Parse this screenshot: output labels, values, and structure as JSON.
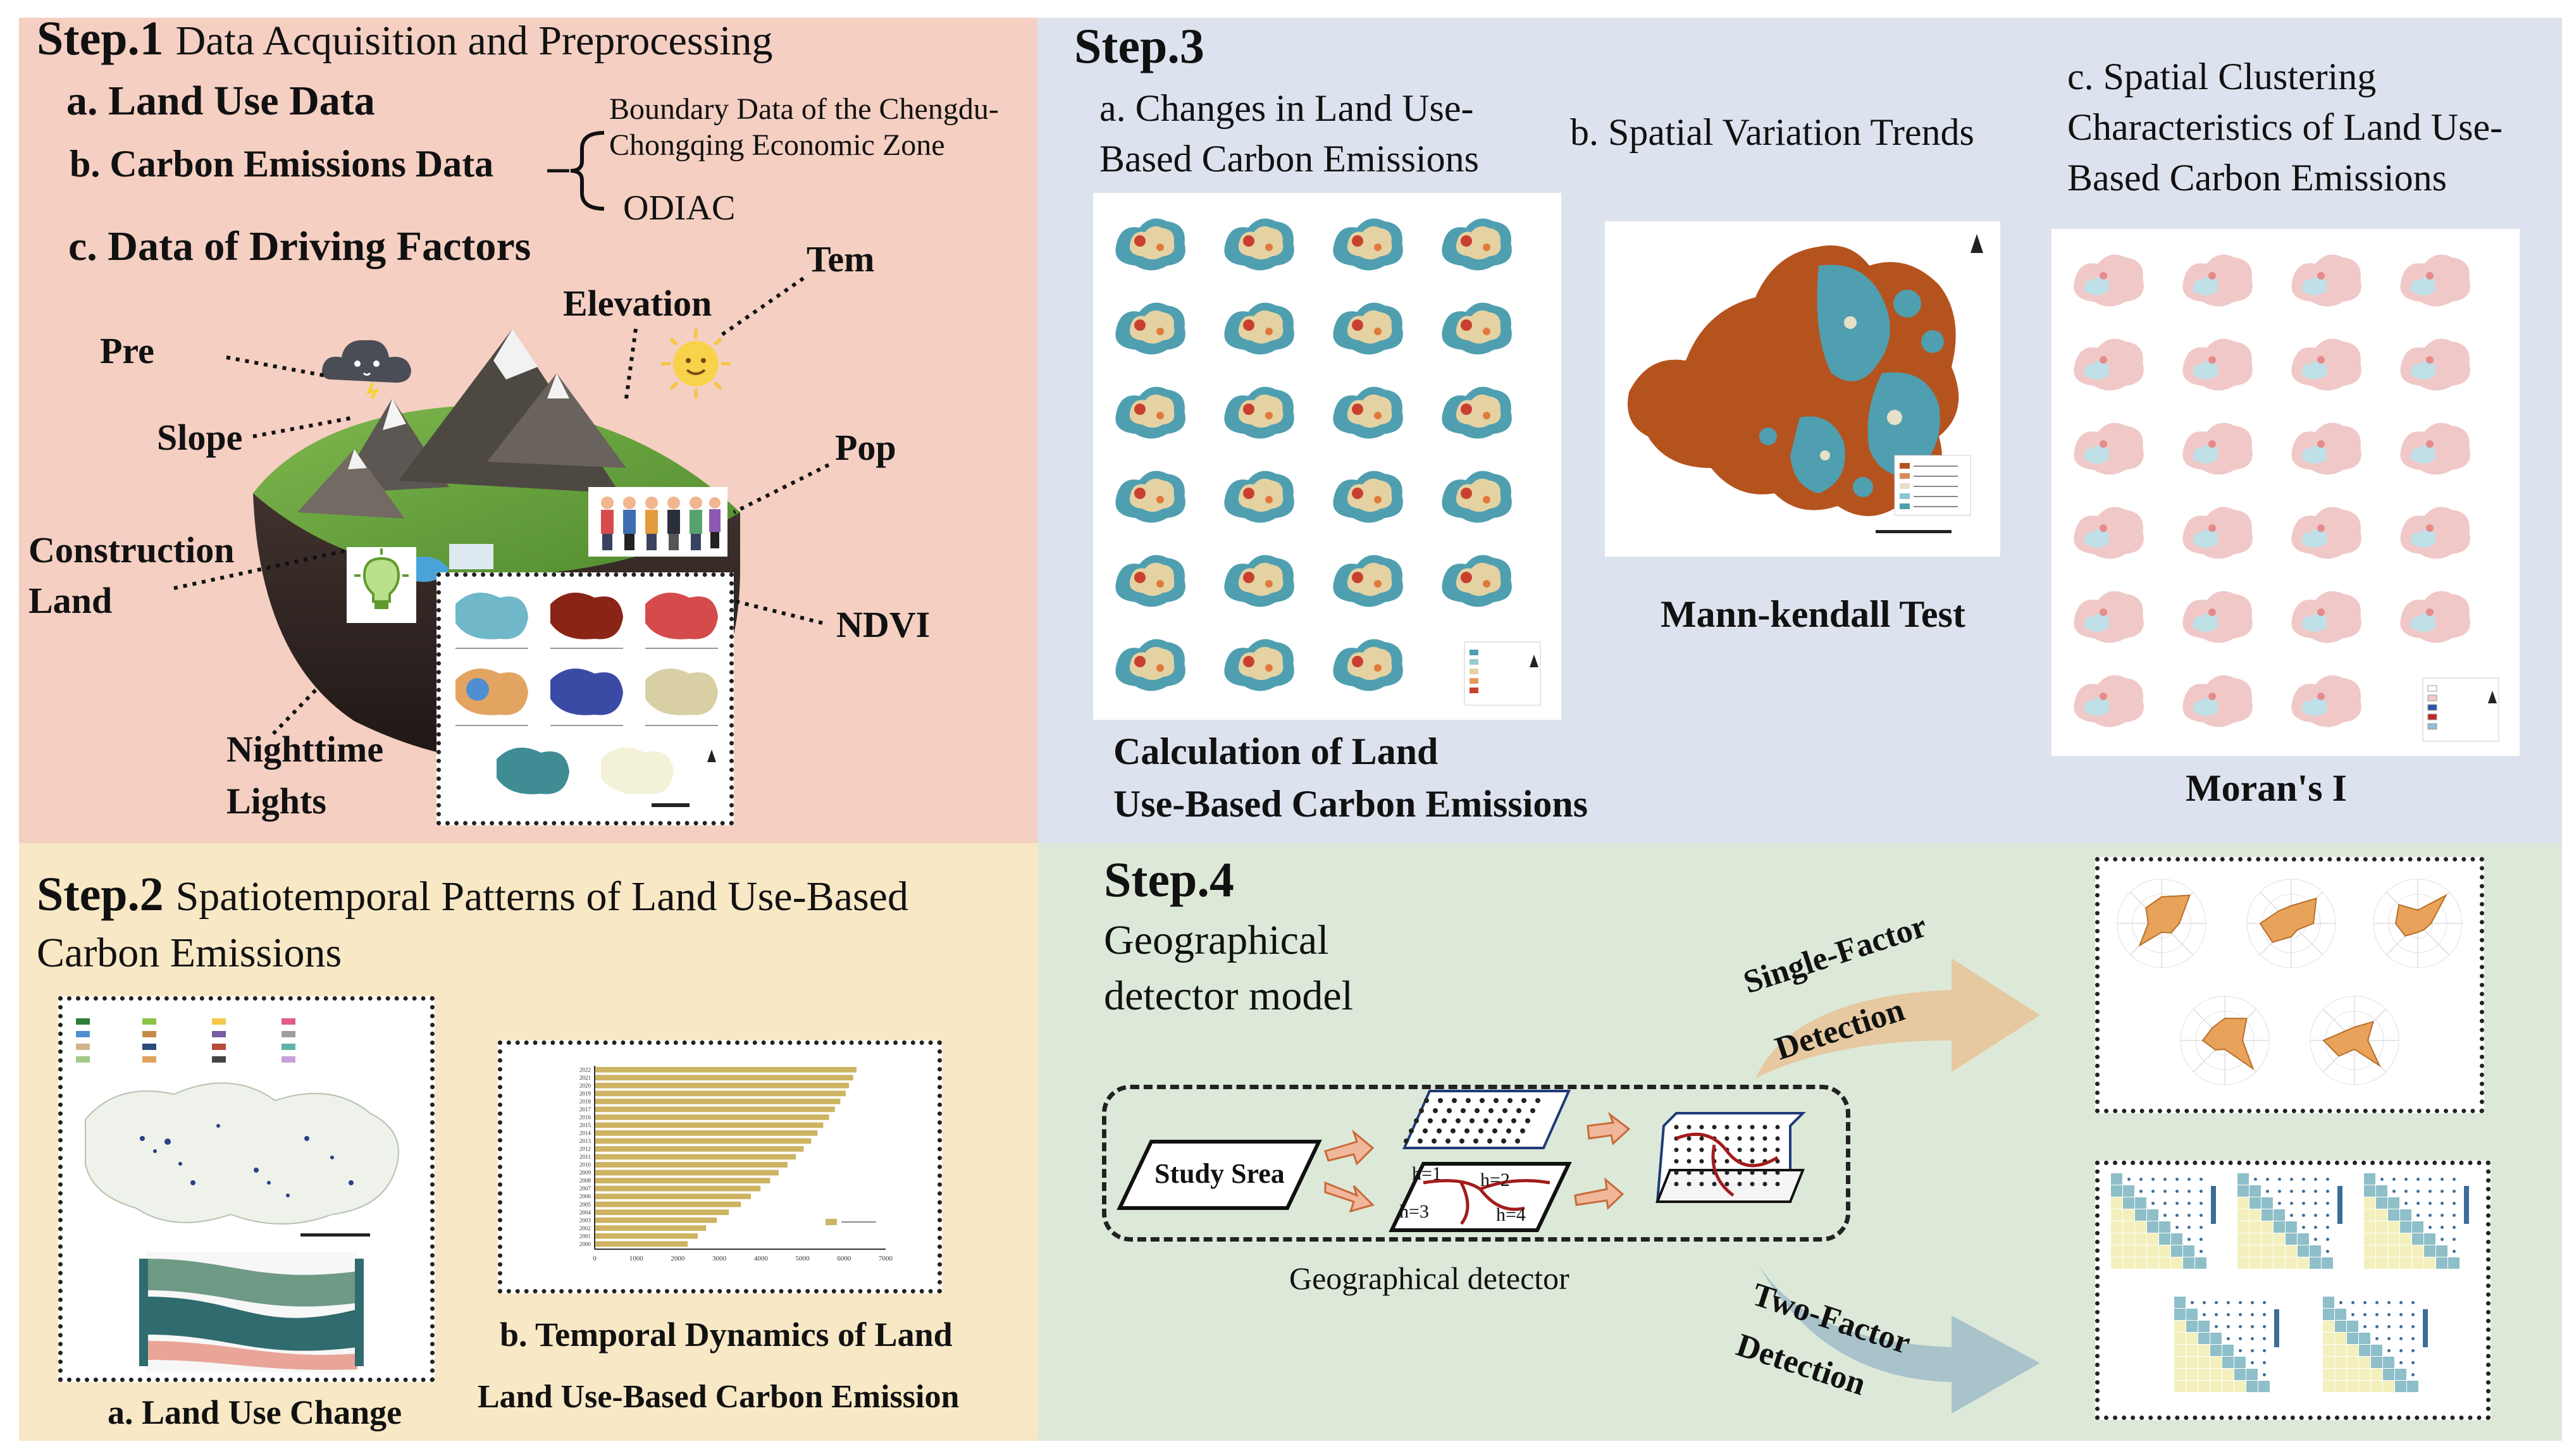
{
  "colors": {
    "step1_bg": "#f4cfc2",
    "step2_bg": "#f8e8c6",
    "step3_bg": "#dde3ee",
    "step4_bg": "#dde9d8",
    "map_teal": "#4f9fb0",
    "map_beige": "#e4d2a3",
    "map_red": "#c94030",
    "trend_brown": "#b5531f",
    "cluster_pink": "#f0c8c8",
    "bar_gold": "#cdb462",
    "radar_orange": "#e8a25a",
    "heat_navy": "#1e3160",
    "arrow_tan": "#e6c9a1",
    "arrow_blue": "#a9c3cb"
  },
  "step1": {
    "heading": "Step.1",
    "title": "Data Acquisition and Preprocessing",
    "item_a": "a. Land Use Data",
    "item_b": "b. Carbon Emissions Data",
    "item_c": "c. Data of Driving Factors",
    "brace_top_1": "Boundary Data of the Chengdu-",
    "brace_top_2": "Chongqing Economic Zone",
    "brace_bottom": "ODIAC",
    "factors": {
      "pre": "Pre",
      "tem": "Tem",
      "elevation": "Elevation",
      "slope": "Slope",
      "pop": "Pop",
      "construction_1": "Construction",
      "construction_2": "Land",
      "ndvi": "NDVI",
      "nighttime_1": "Nighttime",
      "nighttime_2": "Lights"
    }
  },
  "step2": {
    "heading": "Step.2",
    "title_1": "Spatiotemporal Patterns of Land Use-Based",
    "title_2": "Carbon Emissions",
    "caption_a": "a. Land Use Change",
    "caption_b_1": "b. Temporal Dynamics of Land",
    "caption_b_2": "Land Use-Based Carbon Emission"
  },
  "step3": {
    "heading": "Step.3",
    "sub_a_1": "a. Changes in Land Use-",
    "sub_a_2": "Based Carbon Emissions",
    "sub_b": "b. Spatial Variation Trends",
    "sub_c_1": "c. Spatial Clustering",
    "sub_c_2": "Characteristics of Land Use-",
    "sub_c_3": "Based Carbon Emissions",
    "caption_a_1": "Calculation of Land",
    "caption_a_2": "Use-Based Carbon Emissions",
    "caption_b": "Mann-kendall Test",
    "caption_c": "Moran's I"
  },
  "step4": {
    "heading": "Step.4",
    "title_1": "Geographical",
    "title_2": "detector model",
    "study_area": "Study Srea",
    "detector_caption": "Geographical detector",
    "single_1": "Single-Factor",
    "single_2": "Detection",
    "two_1": "Two-Factor",
    "two_2": "Detection",
    "zone_labels": [
      "h=1",
      "h=2",
      "h=3",
      "h=4"
    ]
  },
  "chart_data": {
    "type": "bar",
    "orientation": "horizontal",
    "categories": [
      "2000",
      "2001",
      "2002",
      "2003",
      "2004",
      "2005",
      "2006",
      "2007",
      "2008",
      "2009",
      "2010",
      "2011",
      "2012",
      "2013",
      "2014",
      "2015",
      "2016",
      "2017",
      "2018",
      "2019",
      "2020",
      "2021",
      "2022"
    ],
    "values": [
      2240,
      2480,
      2680,
      2940,
      3230,
      3520,
      3760,
      3990,
      4220,
      4430,
      4640,
      4840,
      5030,
      5210,
      5360,
      5500,
      5640,
      5780,
      5910,
      6040,
      6120,
      6220,
      6300
    ],
    "xlim": [
      0,
      7000
    ],
    "xticks": [
      "0",
      "1000",
      "2000",
      "3000",
      "4000",
      "5000",
      "6000",
      "7000"
    ]
  }
}
